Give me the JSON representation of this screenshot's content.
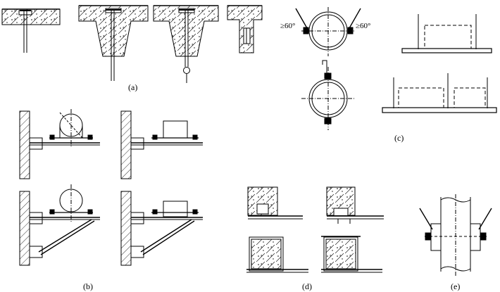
{
  "captions": {
    "a": "(a)",
    "b": "(b)",
    "c": "(c)",
    "d": "(d)",
    "e": "(e)"
  },
  "angle_annotations": {
    "left": "≥60°",
    "right": "≥60°"
  }
}
